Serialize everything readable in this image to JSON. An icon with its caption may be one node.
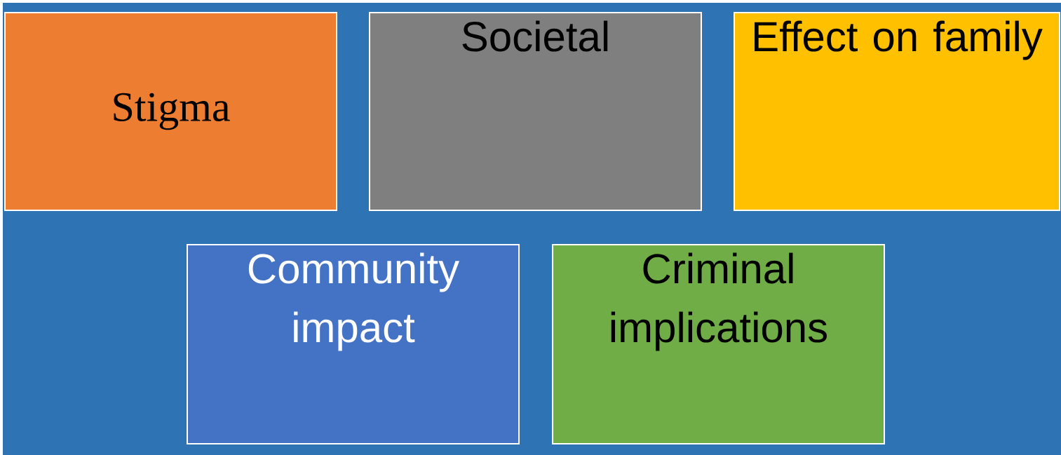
{
  "diagram": {
    "nodes": [
      {
        "text": [
          "Stigma"
        ]
      },
      {
        "text": [
          "Societal"
        ]
      },
      {
        "text": [
          "Effect on family"
        ]
      },
      {
        "text": [
          "Community impact"
        ]
      },
      {
        "text": [
          "Criminal implications"
        ]
      }
    ]
  }
}
